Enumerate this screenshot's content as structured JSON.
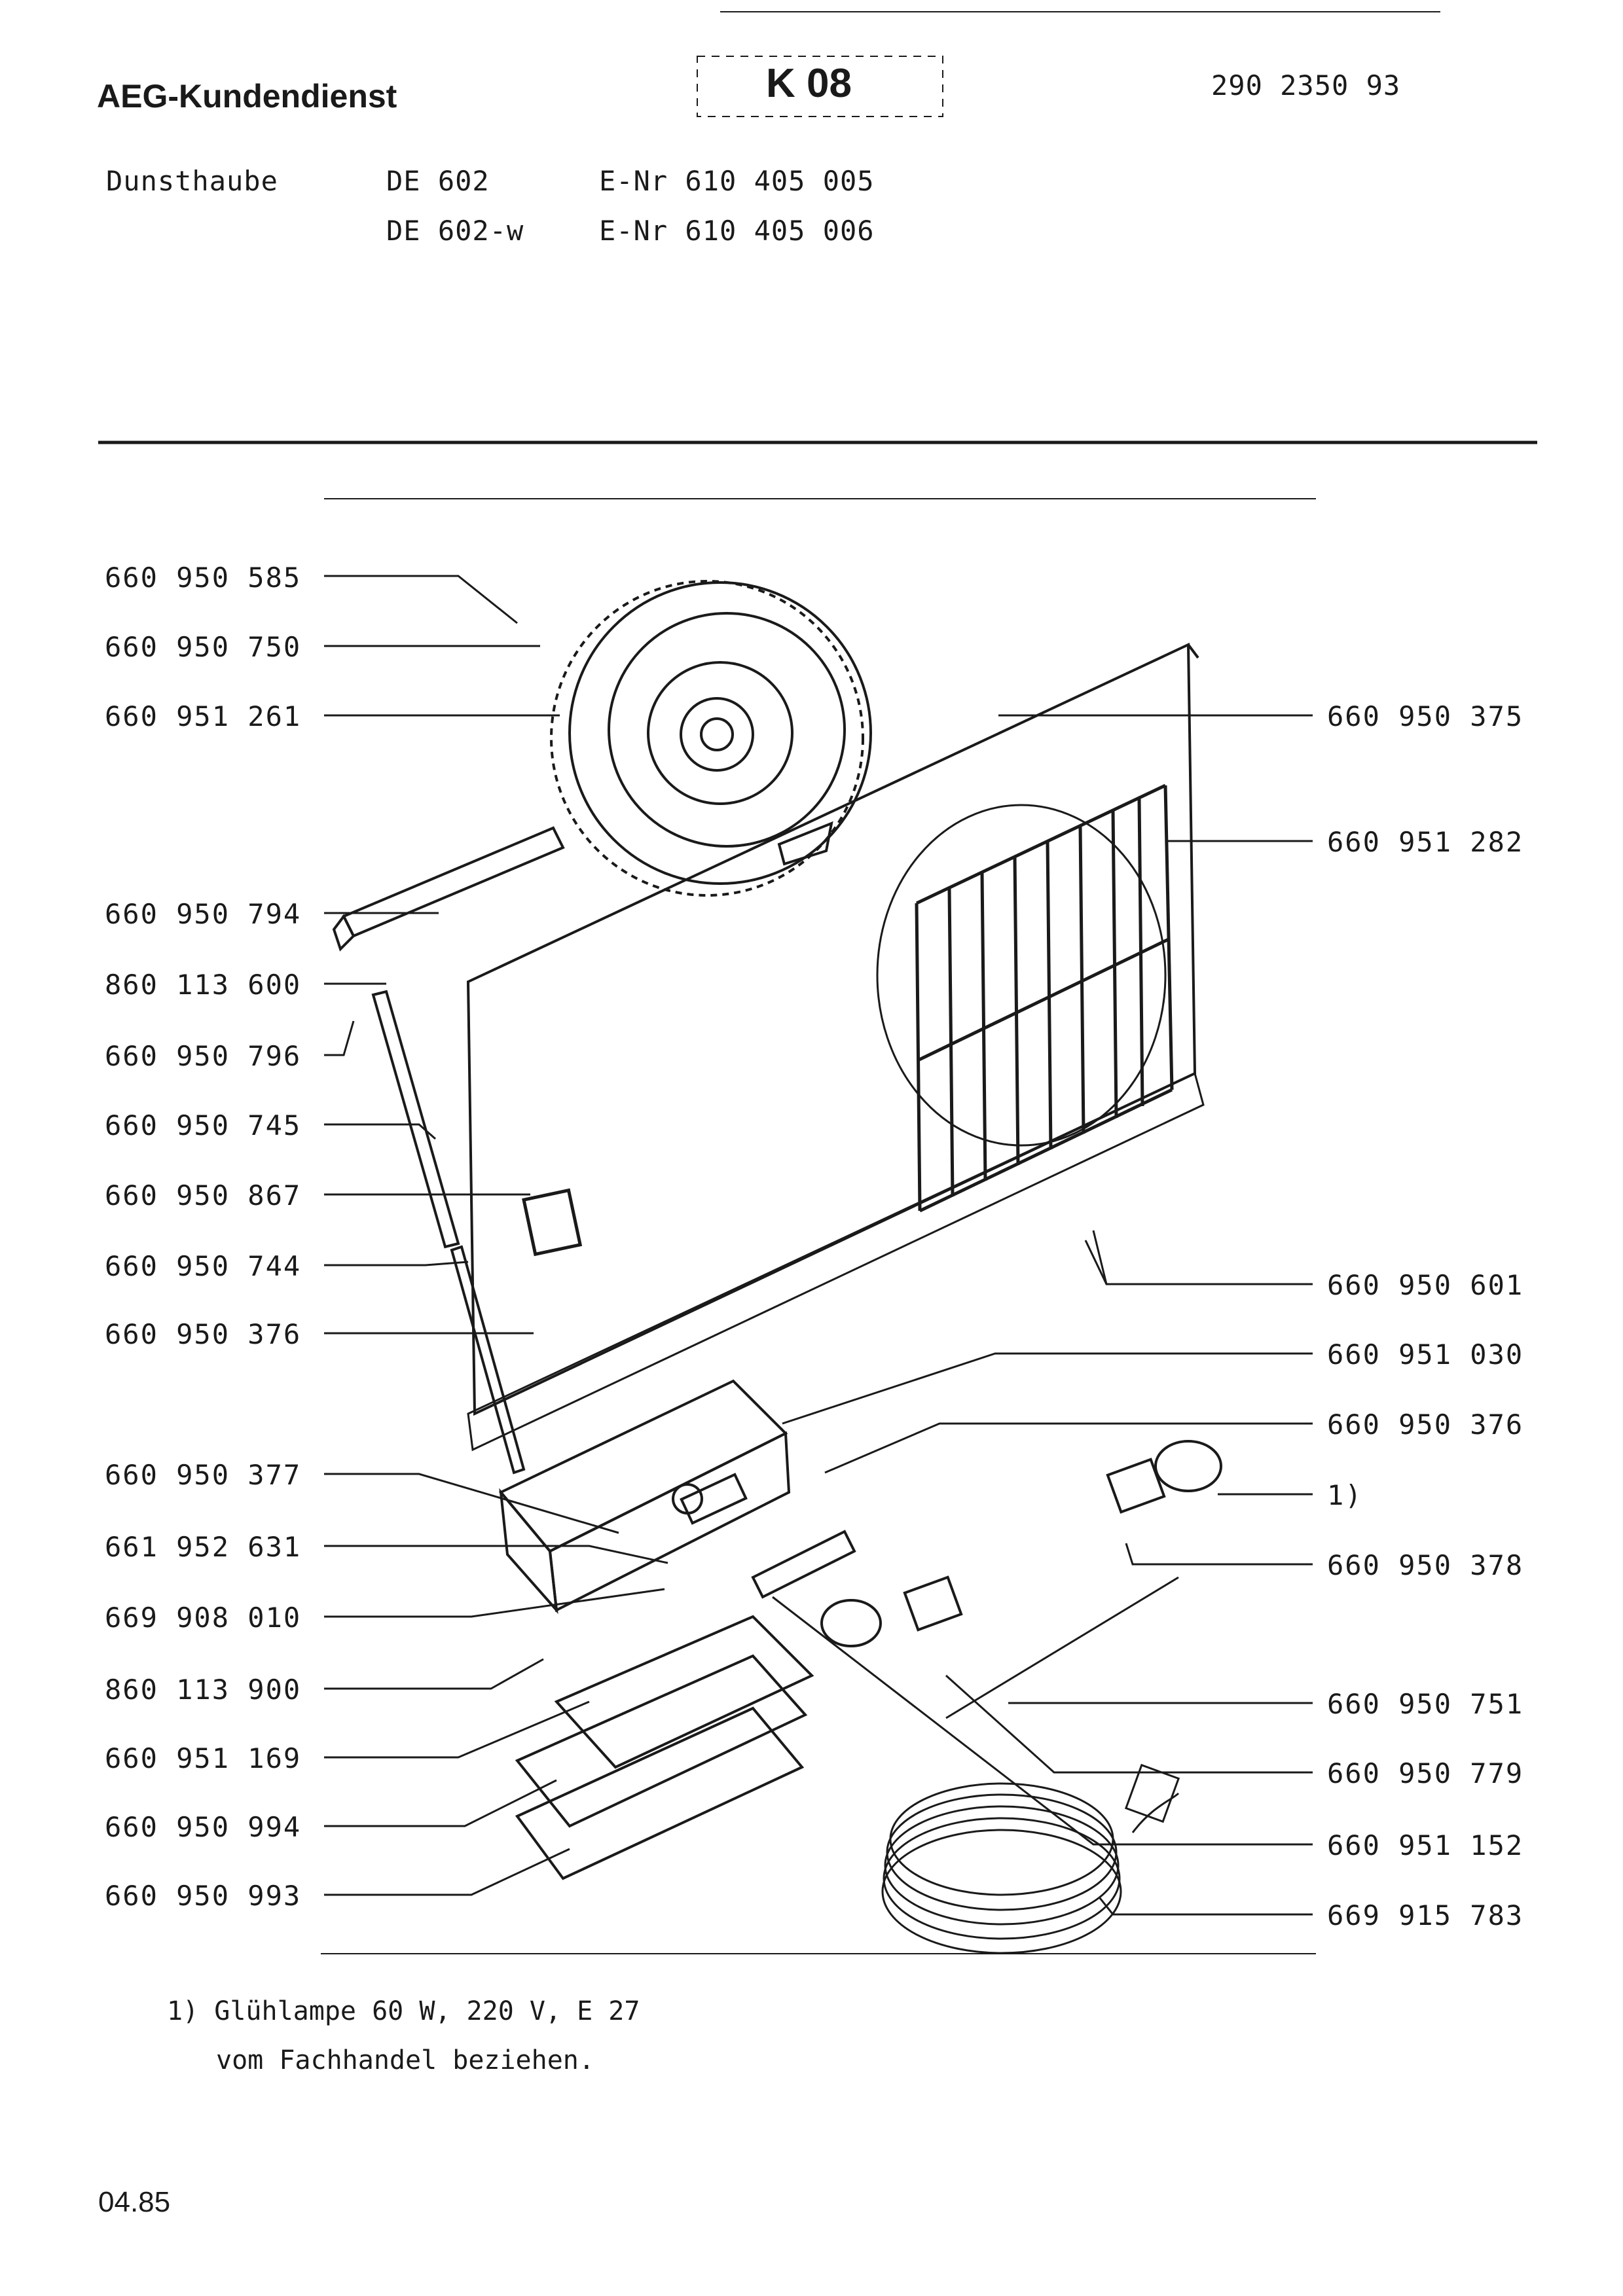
{
  "header": {
    "brand": "AEG-Kundendienst",
    "code": "K 08",
    "doc_number": "290 2350 93"
  },
  "product": {
    "name": "Dunsthaube",
    "models": [
      {
        "model": "DE 602",
        "enr": "E-Nr 610 405 005"
      },
      {
        "model": "DE 602-w",
        "enr": "E-Nr 610 405 006"
      }
    ]
  },
  "parts_left": [
    "660 950 585",
    "660 950 750",
    "660 951 261",
    "660 950 794",
    "860 113 600",
    "660 950 796",
    "660 950 745",
    "660 950 867",
    "660 950 744",
    "660 950 376",
    "660 950 377",
    "661 952 631",
    "669 908 010",
    "860 113 900",
    "660 951 169",
    "660 950 994",
    "660 950 993"
  ],
  "parts_right": [
    "660 950 375",
    "660 951 282",
    "660 950 601",
    "660 951 030",
    "660 950 376",
    "1)",
    "660 950 378",
    "660 950 751",
    "660 950 779",
    "660 951 152",
    "669 915 783"
  ],
  "footnote": {
    "line1": "1) Glühlampe 60 W, 220 V, E 27",
    "line2": "vom Fachhandel beziehen."
  },
  "date": "04.85"
}
